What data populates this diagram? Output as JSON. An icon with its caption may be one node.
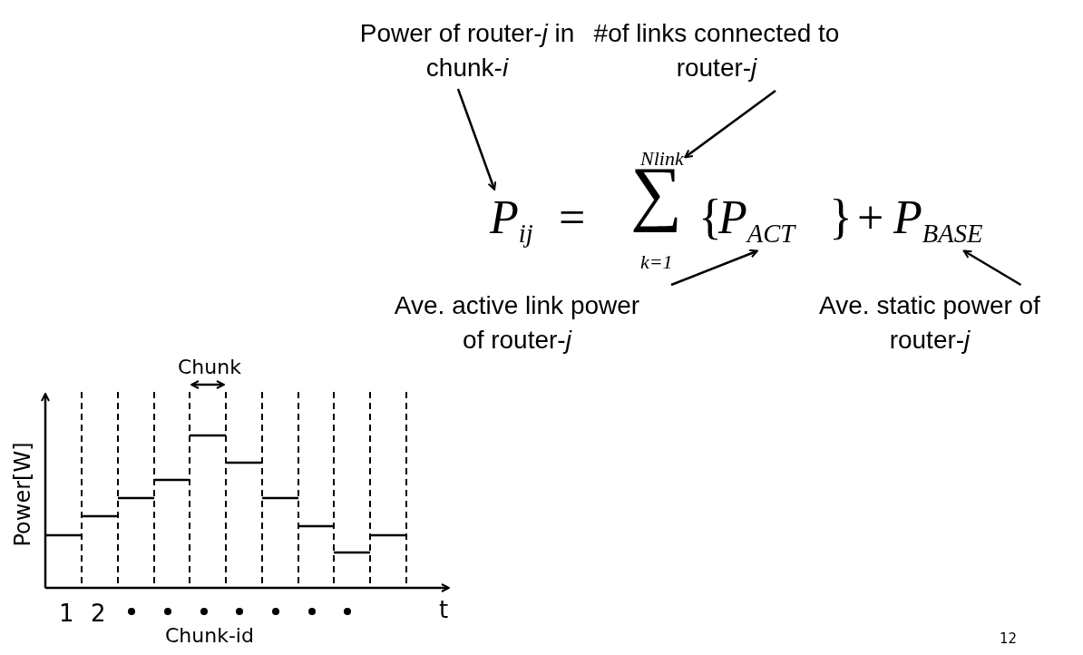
{
  "diagram": {
    "nodes": [
      {
        "text": [
          "Power of router-*j* in chunk-*i*"
        ]
      },
      {
        "text": [
          "#of links connected to router-*j*"
        ]
      },
      {
        "text": [
          "Nlink"
        ]
      },
      {
        "text": [
          "P$_{ij}$"
        ]
      },
      {
        "text": [
          "P$_{ACT}$"
        ]
      },
      {
        "text": [
          "P$_{BASE}$"
        ]
      },
      {
        "text": [
          "Ave. active link power of router-*j*"
        ]
      },
      {
        "text": [
          "Ave. static power of router-*j*"
        ]
      }
    ],
    "edges": [
      {
        "from": 0,
        "to": 3,
        "arrow": "to"
      },
      {
        "from": 1,
        "to": 2,
        "arrow": "to"
      },
      {
        "from": 6,
        "to": 4,
        "arrow": "to"
      },
      {
        "from": 7,
        "to": 5,
        "arrow": "to"
      }
    ],
    "labels": [
      "=",
      "∑",
      "{",
      "}",
      "+",
      "k=1",
      "Chunk",
      "Power[W]",
      "1",
      "2",
      "t",
      "Chunk-id",
      "12"
    ]
  }
}
